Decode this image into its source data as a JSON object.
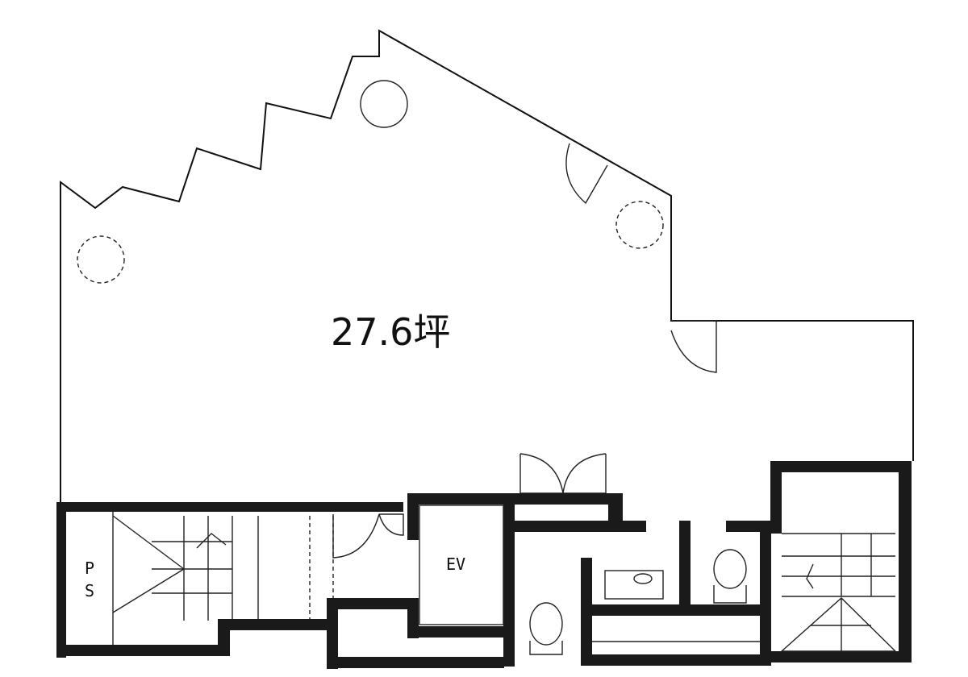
{
  "floor_plan": {
    "area_label": "27.6坪",
    "rooms": {
      "elevator": "EV",
      "pipe_space_top": "P",
      "pipe_space_bottom": "S"
    }
  }
}
